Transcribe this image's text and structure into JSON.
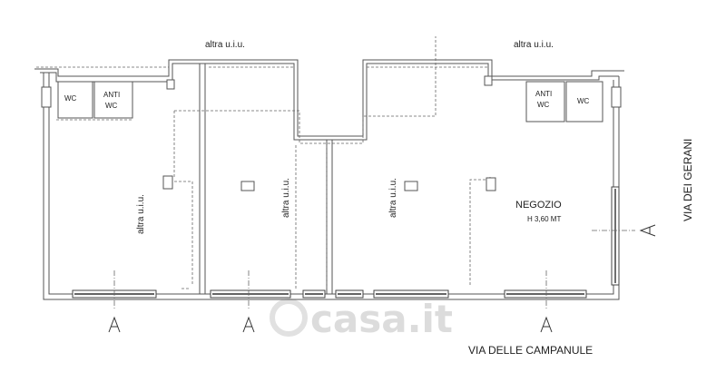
{
  "labels": {
    "top_left": "altra u.i.u.",
    "top_right": "altra u.i.u.",
    "unit_1": "altra u.i.u.",
    "unit_2": "altra u.i.u.",
    "unit_3": "altra u.i.u.",
    "wc_left": "WC",
    "anti_left_1": "ANTI",
    "anti_left_2": "WC",
    "anti_right_1": "ANTI",
    "anti_right_2": "WC",
    "wc_right": "WC",
    "shop_name": "NEGOZIO",
    "shop_height": "H 3,60 MT",
    "street_bottom": "VIA DELLE CAMPANULE",
    "street_right": "VIA DEI GERANI",
    "section_mark": "A",
    "watermark": "casa.it"
  },
  "colors": {
    "line": "#555555",
    "dark": "#333333",
    "window": "#444444"
  }
}
